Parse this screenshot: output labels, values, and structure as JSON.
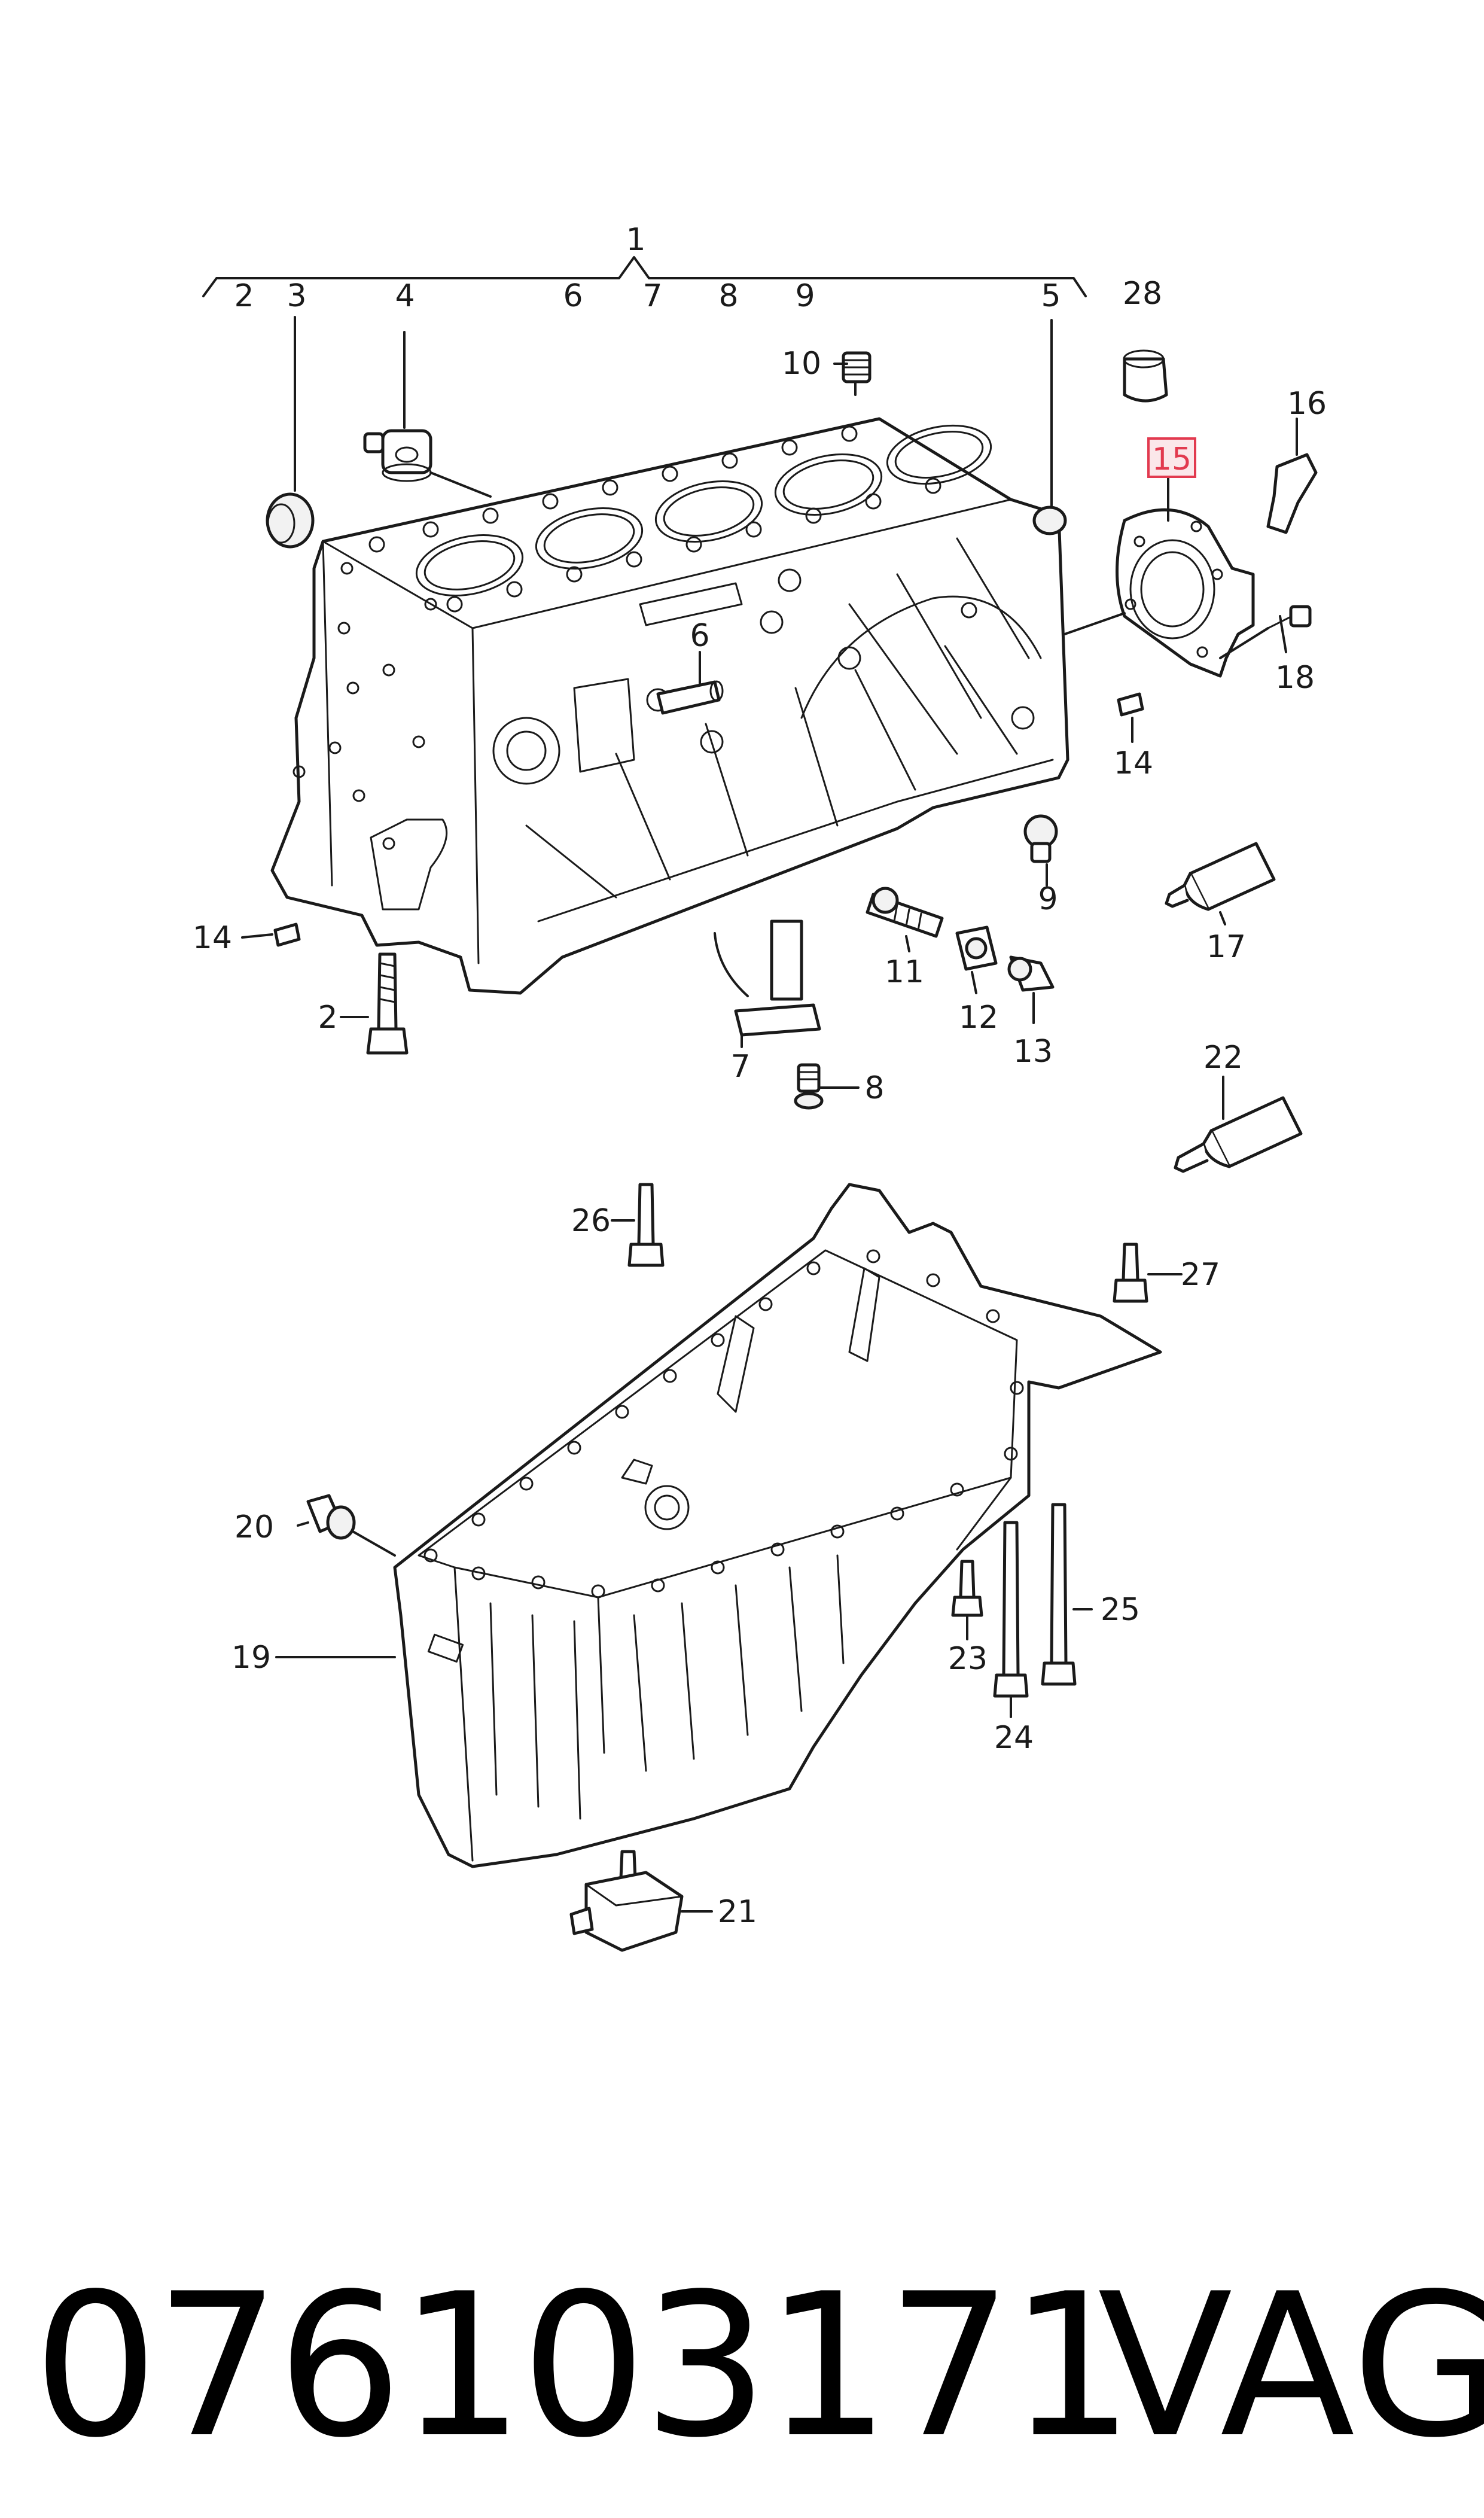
{
  "diagram": {
    "labels": {
      "l1": "1",
      "l2a": "2",
      "l3": "3",
      "l4": "4",
      "l6a": "6",
      "l7a": "7",
      "l8a": "8",
      "l9a": "9",
      "l5": "5",
      "l28": "28",
      "l10": "10",
      "l16": "16",
      "l15": "15",
      "l6b": "6",
      "l18": "18",
      "l14a": "14",
      "l14b": "14",
      "l9b": "9",
      "l17": "17",
      "l11": "11",
      "l12": "12",
      "l13": "13",
      "l2b": "2",
      "l7b": "7",
      "l8b": "8",
      "l22": "22",
      "l26": "26",
      "l27": "27",
      "l20": "20",
      "l25": "25",
      "l19": "19",
      "l23": "23",
      "l24": "24",
      "l21": "21"
    },
    "highlight_color": "#e23a4f"
  },
  "footer": {
    "part_number": "076103171",
    "brand": "VAG"
  }
}
